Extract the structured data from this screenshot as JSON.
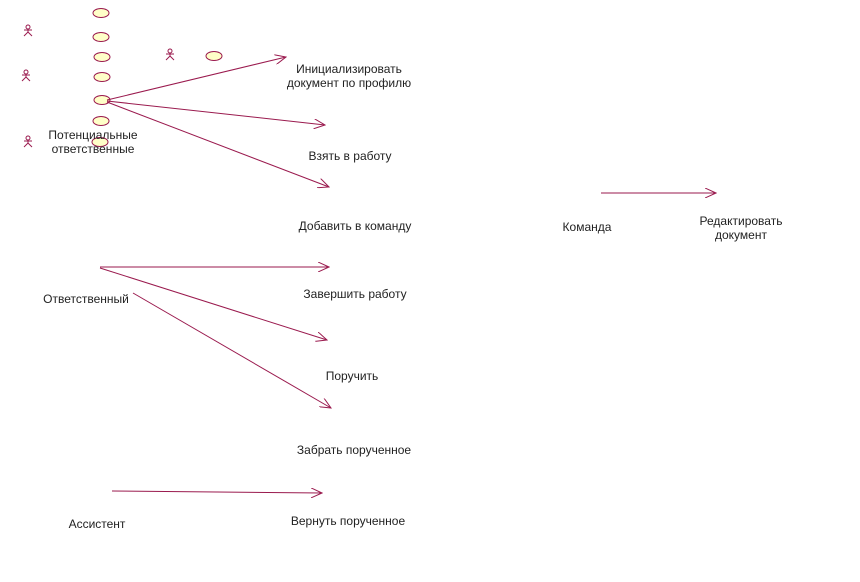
{
  "colors": {
    "line": "#9a1a4e",
    "usecase_fill": "#ffffc8",
    "usecase_stroke": "#9a1a4e",
    "actor": "#9a1a4e",
    "text": "#222222"
  },
  "actors": {
    "potential": "Потенциальные\nответственные",
    "responsible": "Ответственный",
    "assistant": "Ассистент",
    "team": "Команда"
  },
  "usecases": {
    "init_doc": "Инициализировать\nдокумент по профилю",
    "take_work": "Взять в работу",
    "add_team": "Добавить в команду",
    "finish_work": "Завершить работу",
    "assign": "Поручить",
    "take_assigned": "Забрать порученное",
    "return_assigned": "Вернуть порученное",
    "edit_doc": "Редактировать документ"
  }
}
